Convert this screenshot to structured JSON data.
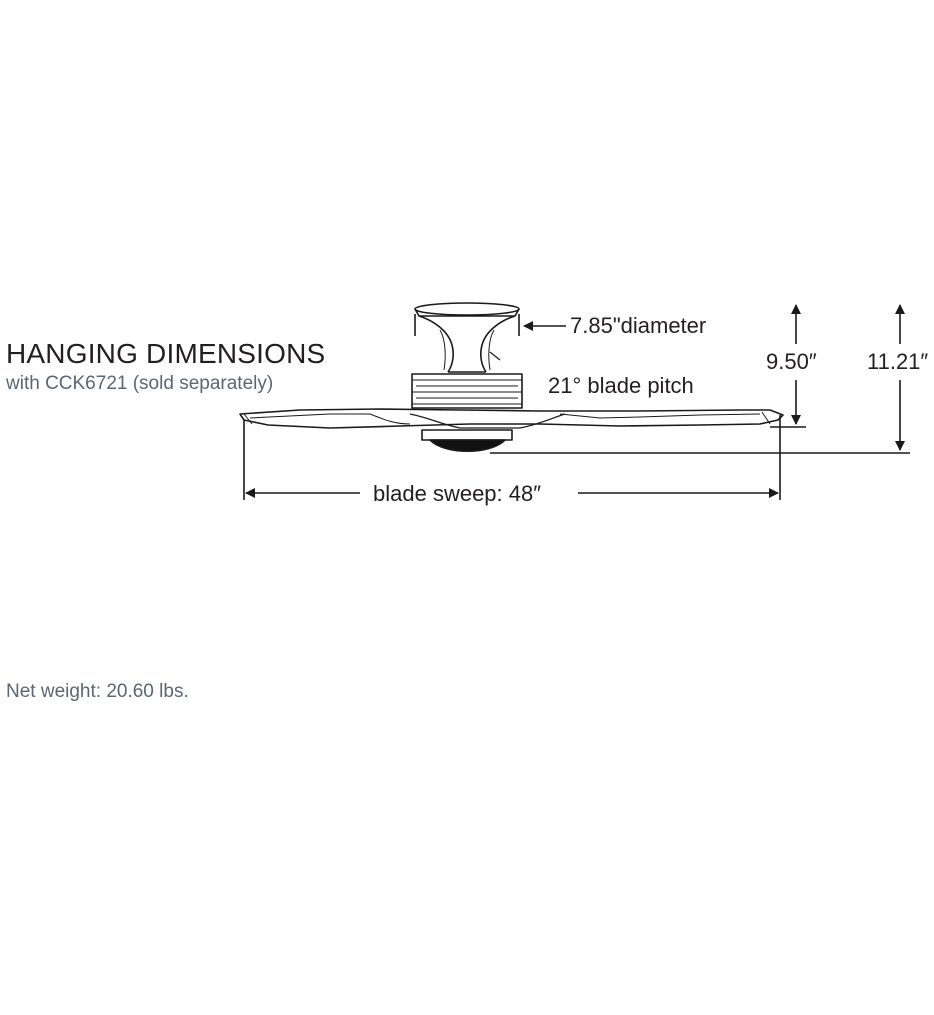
{
  "heading": {
    "title": "HANGING DIMENSIONS",
    "subtitle": "with CCK6721 (sold separately)"
  },
  "dimensions": {
    "canopy_diameter": "7.85\"diameter",
    "blade_pitch": "21° blade pitch",
    "height_to_blade": "9.50″",
    "overall_height": "11.21″",
    "blade_sweep": "blade sweep: 48″"
  },
  "footer": {
    "net_weight": "Net weight: 20.60 lbs."
  },
  "colors": {
    "heading_text": "#231f20",
    "secondary_text": "#5c6670",
    "line": "#1a1a1a"
  }
}
